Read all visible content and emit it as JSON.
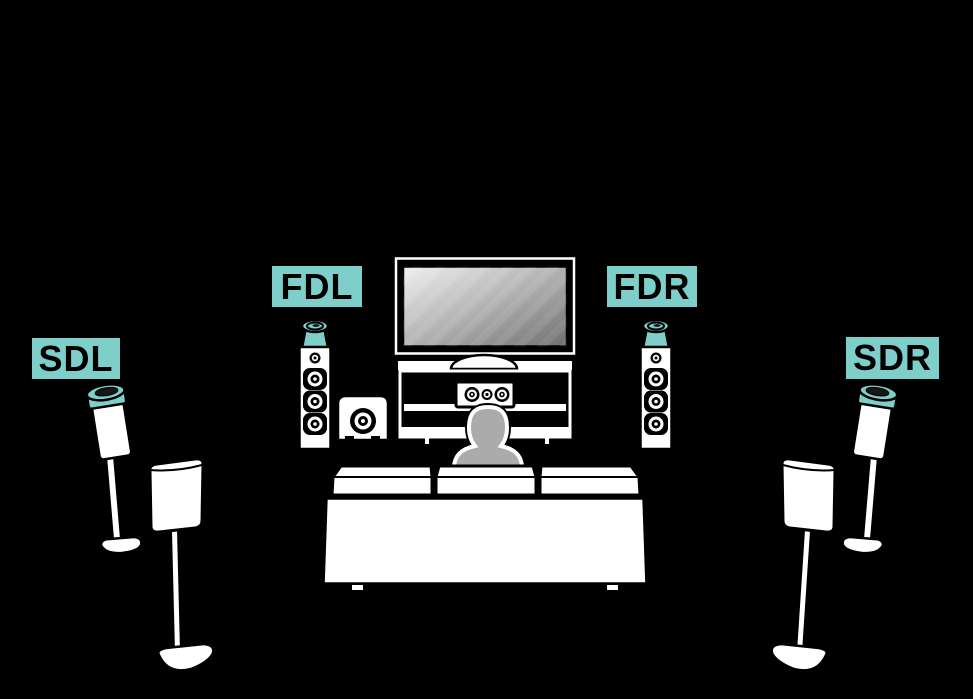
{
  "diagram": {
    "type": "speaker-layout-illustration",
    "labels": {
      "fdl": "FDL",
      "fdr": "FDR",
      "sdl": "SDL",
      "sdr": "SDR"
    },
    "colors": {
      "background": "#000000",
      "label_accent_teal": "#7ECEC9",
      "speaker_white": "#FFFFFF",
      "outline_black": "#000000",
      "listener_gray": "#ABABAB"
    },
    "objects": [
      "tv-screen",
      "tv-stand",
      "center-speaker",
      "front-dolby-tower-left",
      "front-dolby-tower-right",
      "subwoofer",
      "listener",
      "sofa",
      "surround-dolby-speaker-left",
      "surround-speaker-left",
      "surround-speaker-right",
      "surround-dolby-speaker-right"
    ]
  }
}
